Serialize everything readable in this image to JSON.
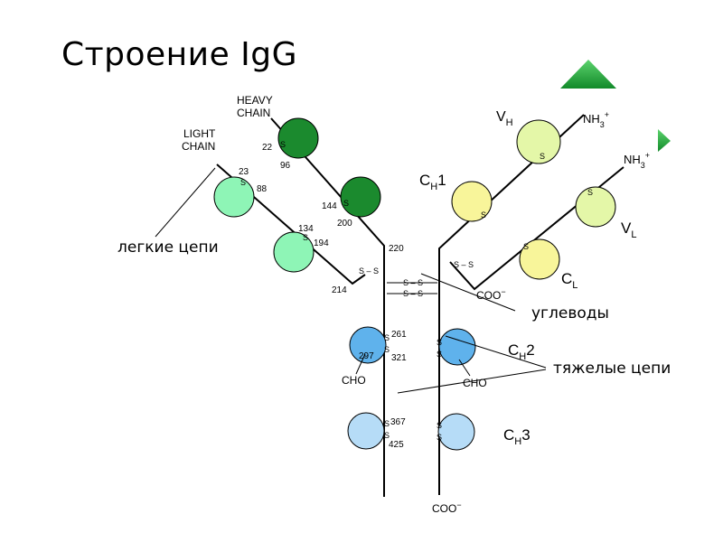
{
  "title": "Строение IgG",
  "labels": {
    "heavy_chain_1": "HEAVY",
    "heavy_chain_2": "CHAIN",
    "light_chain_1": "LIGHT",
    "light_chain_2": "CHAIN",
    "vh": "V",
    "vh_sub": "H",
    "vl": "V",
    "vl_sub": "L",
    "ch1": "C",
    "ch1_sub": "H",
    "ch1_tail": "1",
    "ch2": "C",
    "ch2_sub": "H",
    "ch2_tail": "2",
    "ch3": "C",
    "ch3_sub": "H",
    "ch3_tail": "3",
    "cl": "C",
    "cl_sub": "L",
    "nh3_top": "NH",
    "nh3_top_sub": "3",
    "nh3_top_sup": "+",
    "nh3_right": "NH",
    "nh3_right_sub": "3",
    "nh3_right_sup": "+",
    "coo_light": "COO",
    "coo_light_sup": "−",
    "coo_bottom": "COO",
    "coo_bottom_sup": "−",
    "cho_left": "CHO",
    "cho_right": "CHO",
    "ss": "S – S",
    "s": "S"
  },
  "numbers": {
    "n22": "22",
    "n96": "96",
    "n23": "23",
    "n88": "88",
    "n144": "144",
    "n200": "200",
    "n134": "134",
    "n194": "194",
    "n220": "220",
    "n214": "214",
    "n261": "261",
    "n297": "297",
    "n321": "321",
    "n367": "367",
    "n425": "425"
  },
  "annotations": {
    "light_chains": "легкие цепи",
    "carbohydrates": "углеводы",
    "heavy_chains": "тяжелые цепи"
  },
  "colors": {
    "dark_green": "#1b8a2e",
    "light_green": "#8ef5b6",
    "pale_yellow_green": "#e4f7a8",
    "pale_yellow": "#f8f59a",
    "blue": "#5fb2ec",
    "light_blue": "#b6dcf7",
    "nav_green": "#1e9a3a"
  }
}
